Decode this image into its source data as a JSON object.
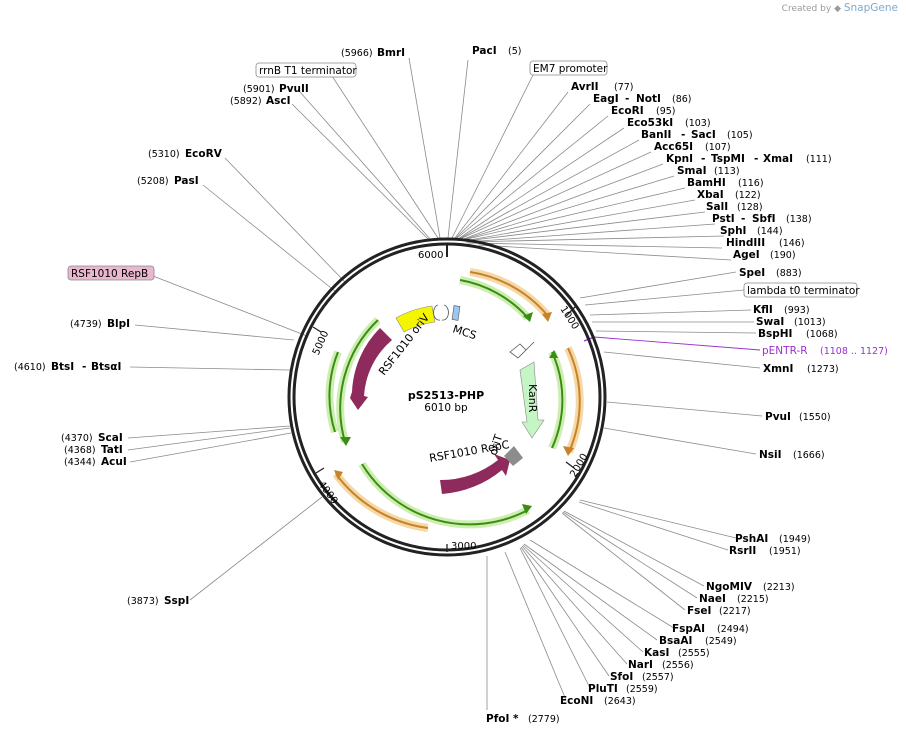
{
  "credit": {
    "prefix": "Created by",
    "brand": "SnapGene",
    "icon": "snapgene-logo-icon"
  },
  "plasmid": {
    "name": "pS2513-PHP",
    "size_label": "6010 bp",
    "length": 6010
  },
  "ticks": [
    "1000",
    "2000",
    "3000",
    "4000",
    "5000",
    "6000"
  ],
  "enzymes_right": [
    {
      "name": "AvrII",
      "pos": "(77)"
    },
    {
      "name": "EagI",
      "name2": "NotI",
      "pos": "(86)"
    },
    {
      "name": "EcoRI",
      "pos": "(95)"
    },
    {
      "name": "Eco53kI",
      "pos": "(103)"
    },
    {
      "name": "BanII",
      "name2": "SacI",
      "pos": "(105)"
    },
    {
      "name": "Acc65I",
      "pos": "(107)"
    },
    {
      "name": "KpnI",
      "name2": "TspMI",
      "name3": "XmaI",
      "pos": "(111)"
    },
    {
      "name": "SmaI",
      "pos": "(113)"
    },
    {
      "name": "BamHI",
      "pos": "(116)"
    },
    {
      "name": "XbaI",
      "pos": "(122)"
    },
    {
      "name": "SalI",
      "pos": "(128)"
    },
    {
      "name": "PstI",
      "name2": "SbfI",
      "pos": "(138)"
    },
    {
      "name": "SphI",
      "pos": "(144)"
    },
    {
      "name": "HindIII",
      "pos": "(146)"
    },
    {
      "name": "AgeI",
      "pos": "(190)"
    },
    {
      "name": "SpeI",
      "pos": "(883)"
    },
    {
      "name": "KflI",
      "pos": "(993)"
    },
    {
      "name": "SwaI",
      "pos": "(1013)"
    },
    {
      "name": "BspHI",
      "pos": "(1068)"
    },
    {
      "name": "XmnI",
      "pos": "(1273)"
    },
    {
      "name": "PvuI",
      "pos": "(1550)"
    },
    {
      "name": "NsiI",
      "pos": "(1666)"
    },
    {
      "name": "PshAI",
      "pos": "(1949)"
    },
    {
      "name": "RsrII",
      "pos": "(1951)"
    },
    {
      "name": "NgoMIV",
      "pos": "(2213)"
    },
    {
      "name": "NaeI",
      "pos": "(2215)"
    },
    {
      "name": "FseI",
      "pos": "(2217)"
    },
    {
      "name": "FspAI",
      "pos": "(2494)"
    },
    {
      "name": "BsaAI",
      "pos": "(2549)"
    },
    {
      "name": "KasI",
      "pos": "(2555)"
    },
    {
      "name": "NarI",
      "pos": "(2556)"
    },
    {
      "name": "SfoI",
      "pos": "(2557)"
    },
    {
      "name": "PluTI",
      "pos": "(2559)"
    },
    {
      "name": "EcoNI",
      "pos": "(2643)"
    },
    {
      "name": "PfoI *",
      "pos": "(2779)"
    }
  ],
  "enzymes_left": [
    {
      "name": "BmrI",
      "pos": "(5966)"
    },
    {
      "name": "PvuII",
      "pos": "(5901)"
    },
    {
      "name": "AscI",
      "pos": "(5892)"
    },
    {
      "name": "EcoRV",
      "pos": "(5310)"
    },
    {
      "name": "PasI",
      "pos": "(5208)"
    },
    {
      "name": "BlpI",
      "pos": "(4739)"
    },
    {
      "name": "BtsI",
      "name2": "BtsαI",
      "pos": "(4610)"
    },
    {
      "name": "ScaI",
      "pos": "(4370)"
    },
    {
      "name": "TatI",
      "pos": "(4368)"
    },
    {
      "name": "AcuI",
      "pos": "(4344)"
    },
    {
      "name": "SspI",
      "pos": "(3873)"
    }
  ],
  "enzyme_top": {
    "name": "PacI",
    "pos": "(5)"
  },
  "boxed_features": [
    {
      "label": "rrnB T1 terminator"
    },
    {
      "label": "EM7 promoter"
    },
    {
      "label": "lambda t0 terminator"
    },
    {
      "label": "RSF1010 RepB"
    }
  ],
  "primer": {
    "name": "pENTR-R",
    "pos": "(1108 .. 1127)"
  },
  "inner_features": [
    "RSF1010 oriV",
    "MCS",
    "KanR",
    "RSF1010 RepC",
    "oriT"
  ],
  "colors": {
    "backbone": "#222222",
    "orf_green": "#3a8e14",
    "orf_green_glow": "#cdeeb0",
    "orf_orange": "#c8822a",
    "orf_orange_glow": "#f4d9a6",
    "origin_yellow": "#f5f500",
    "repb_fill": "#e9b8cf",
    "rep_purple": "#8e2a5c",
    "kanr_fill": "#c5f5c5",
    "mcs_blue": "#9bc8ee",
    "orit_gray": "#8c8c8c",
    "primer_purple": "#9b2fd1"
  }
}
